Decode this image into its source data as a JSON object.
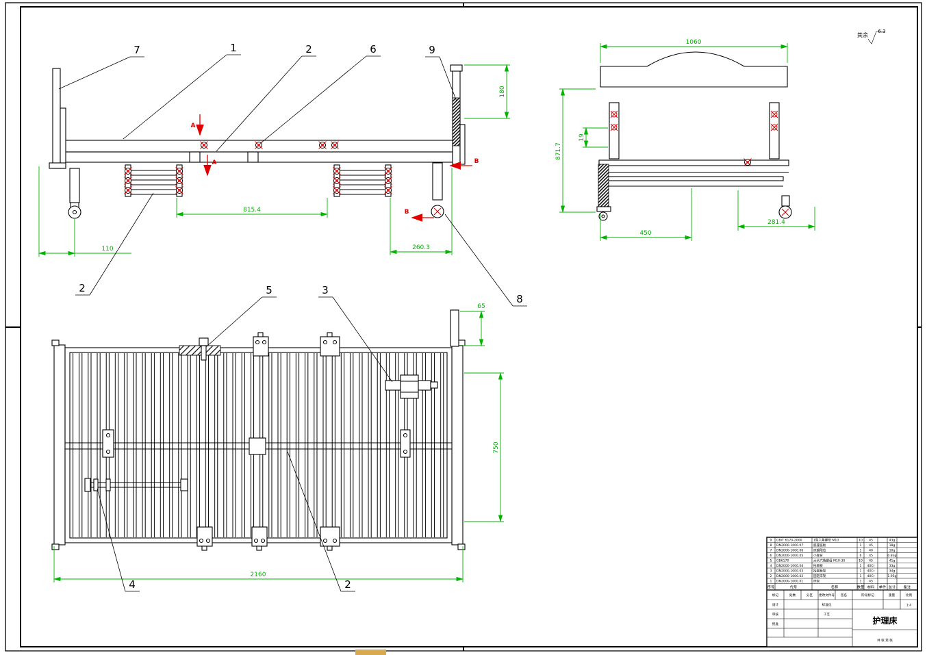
{
  "colors": {
    "dimension": "#00b400",
    "section_mark": "#e00000",
    "highlight_bar": "#d9a94f"
  },
  "surface_note": {
    "label": "其余",
    "value": "6.3"
  },
  "section_labels": {
    "a": "A",
    "b": "B"
  },
  "callouts": {
    "c1": "1",
    "c2a": "2",
    "c2b": "2",
    "c2c": "2",
    "c3": "3",
    "c4": "4",
    "c5": "5",
    "c6": "6",
    "c7": "7",
    "c8": "8",
    "c9": "9"
  },
  "dims": {
    "side": {
      "d110": "110",
      "d815": "815.4",
      "d260": "260.3",
      "d180": "180"
    },
    "end": {
      "d1060": "1060",
      "d871": "871.7",
      "d19": "19",
      "d450": "450",
      "d281": "281.4"
    },
    "plan": {
      "d2160": "2160",
      "d750": "750",
      "d65": "65"
    }
  },
  "titleblock": {
    "drawing_title": "护理床",
    "scale_value": "1:4",
    "sheet_note": "共 张 第 张",
    "labels": {
      "mark": "标记",
      "count": "处数",
      "zone": "分区",
      "change_doc": "更改文件号",
      "sign": "签名",
      "design": "设计",
      "standardize": "标准化",
      "review": "审核",
      "craft": "工艺",
      "approve": "批准",
      "stage": "阶段标记",
      "weight": "重量",
      "scale": "比例"
    },
    "bom": {
      "headers": [
        "序号",
        "代号",
        "名称",
        "数量",
        "材料",
        "单件",
        "总计",
        "备注"
      ],
      "rows": [
        [
          "9",
          "GB/T 6170-2000",
          "1型六角螺母 M10",
          "10",
          "45",
          "",
          "43g",
          ""
        ],
        [
          "8",
          "DN2000-1000.07",
          "底座竖板",
          "1",
          "45",
          "",
          "18g",
          ""
        ],
        [
          "7",
          "DN2000-1000.06",
          "床腿限位",
          "1",
          "40",
          "",
          "10g",
          ""
        ],
        [
          "6",
          "DN2000-1000.05",
          "小靠背",
          "6",
          "45",
          "",
          "0.83g",
          ""
        ],
        [
          "5",
          "GB6170",
          "大头六角螺母 M10-30",
          "10",
          "45",
          "",
          "41g",
          ""
        ],
        [
          "4",
          "DN2000-1000.04",
          "抬腿板",
          "1",
          "40Cr",
          "",
          "33g",
          ""
        ],
        [
          "3",
          "DN2000-1000.03",
          "抬腿板架",
          "1",
          "40Cr",
          "",
          "34g",
          ""
        ],
        [
          "2",
          "DN2000-1000.02",
          "固定床架",
          "1",
          "40Cr",
          "",
          "1.95g",
          ""
        ],
        [
          "1",
          "DN2000-1000.01",
          "床架",
          "1",
          "45",
          "",
          "",
          ""
        ]
      ]
    }
  }
}
